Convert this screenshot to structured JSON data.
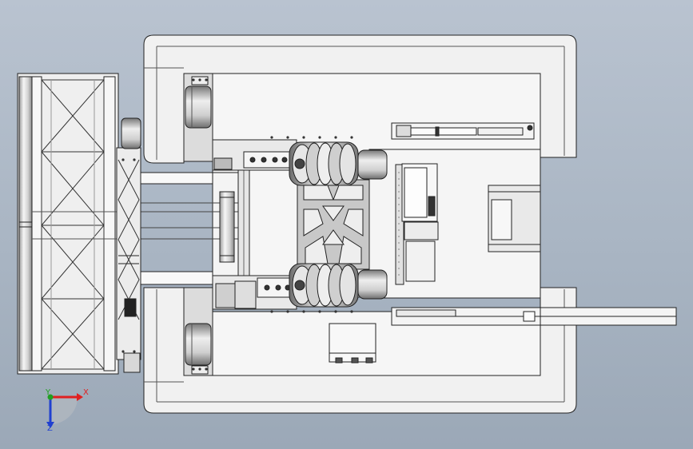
{
  "viewport": {
    "background_top": "#b9c3d0",
    "background_bottom": "#9ba8b7"
  },
  "colors": {
    "part_fill": "#f1f1f1",
    "part_fill_dark": "#d4d4d4",
    "part_shadow": "#8e8e8e",
    "edge": "#222222",
    "axis_x": "#e02020",
    "axis_y": "#20a020",
    "axis_z": "#2040d0"
  },
  "triad": {
    "x_label": "X",
    "y_label": "Y",
    "z_label": "Z"
  }
}
